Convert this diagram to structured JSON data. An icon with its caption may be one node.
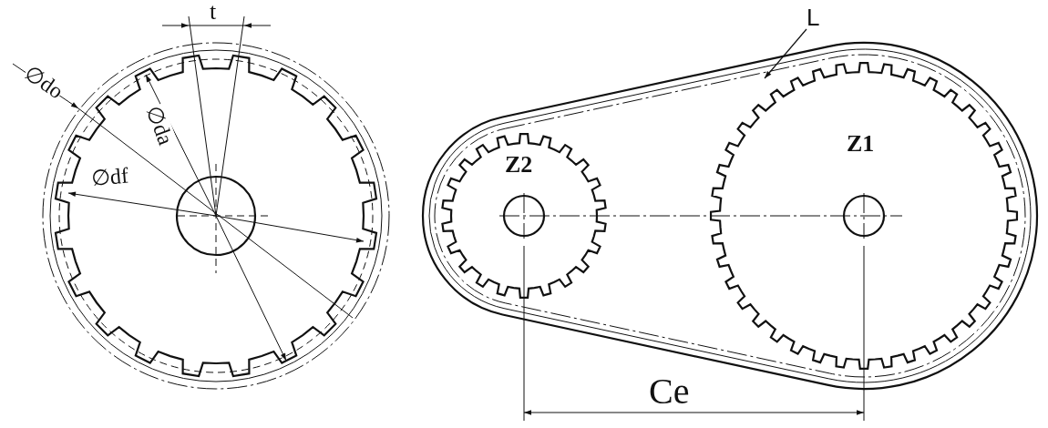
{
  "diagram": {
    "nodes": [
      {
        "text": [
          "L"
        ]
      },
      {
        "text": [],
        "shape": "belt"
      }
    ],
    "edges": [
      {
        "from": 0,
        "to": 1,
        "arrow": "to"
      }
    ],
    "labels": [
      "t",
      "∅do",
      "∅da",
      "∅df",
      "Z2",
      "Z1",
      "Ce"
    ]
  }
}
